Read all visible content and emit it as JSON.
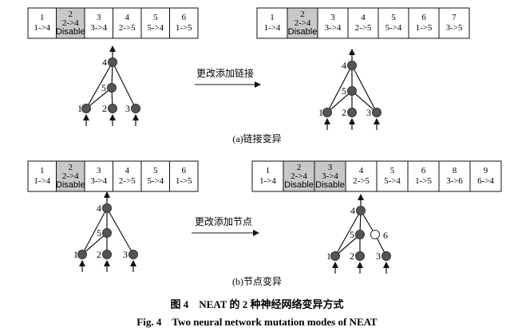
{
  "panels": [
    {
      "label": "(a)链接变异",
      "operation": "更改添加链接",
      "before": {
        "genes": [
          {
            "id": "1",
            "conn": "1->4",
            "disabled": false
          },
          {
            "id": "2",
            "conn": "2->4",
            "disabled": true
          },
          {
            "id": "3",
            "conn": "3->4",
            "disabled": false
          },
          {
            "id": "4",
            "conn": "2->5",
            "disabled": false
          },
          {
            "id": "5",
            "conn": "5->4",
            "disabled": false
          },
          {
            "id": "6",
            "conn": "1->5",
            "disabled": false
          }
        ]
      },
      "after": {
        "genes": [
          {
            "id": "1",
            "conn": "1->4",
            "disabled": false
          },
          {
            "id": "2",
            "conn": "2->4",
            "disabled": true
          },
          {
            "id": "3",
            "conn": "3->4",
            "disabled": false
          },
          {
            "id": "4",
            "conn": "2->5",
            "disabled": false
          },
          {
            "id": "5",
            "conn": "5->4",
            "disabled": false
          },
          {
            "id": "6",
            "conn": "1->5",
            "disabled": false
          },
          {
            "id": "7",
            "conn": "3->5",
            "disabled": false
          }
        ]
      }
    },
    {
      "label": "(b)节点变异",
      "operation": "更改添加节点",
      "before": {
        "genes": [
          {
            "id": "1",
            "conn": "1->4",
            "disabled": false
          },
          {
            "id": "2",
            "conn": "2->4",
            "disabled": true
          },
          {
            "id": "3",
            "conn": "3->4",
            "disabled": false
          },
          {
            "id": "4",
            "conn": "2->5",
            "disabled": false
          },
          {
            "id": "5",
            "conn": "5->4",
            "disabled": false
          },
          {
            "id": "6",
            "conn": "1->5",
            "disabled": false
          }
        ]
      },
      "after": {
        "genes": [
          {
            "id": "1",
            "conn": "1->4",
            "disabled": false
          },
          {
            "id": "2",
            "conn": "2->4",
            "disabled": true
          },
          {
            "id": "3",
            "conn": "3->4",
            "disabled": true
          },
          {
            "id": "4",
            "conn": "2->5",
            "disabled": false
          },
          {
            "id": "5",
            "conn": "5->4",
            "disabled": false
          },
          {
            "id": "6",
            "conn": "1->5",
            "disabled": false
          },
          {
            "id": "8",
            "conn": "3->6",
            "disabled": false
          },
          {
            "id": "9",
            "conn": "6->4",
            "disabled": false
          }
        ]
      }
    }
  ],
  "disable_text": "Disable",
  "node_labels": {
    "n1": "1",
    "n2": "2",
    "n3": "3",
    "n4": "4",
    "n5": "5",
    "n6": "6"
  },
  "colors": {
    "node": "#555555",
    "new_node": "#ffffff",
    "disabled_cell": "#c8c8c8",
    "line": "#111111"
  },
  "caption": {
    "cn": "图 4　NEAT 的 2 种神经网络变异方式",
    "en": "Fig. 4　Two neural network mutation modes of NEAT"
  }
}
